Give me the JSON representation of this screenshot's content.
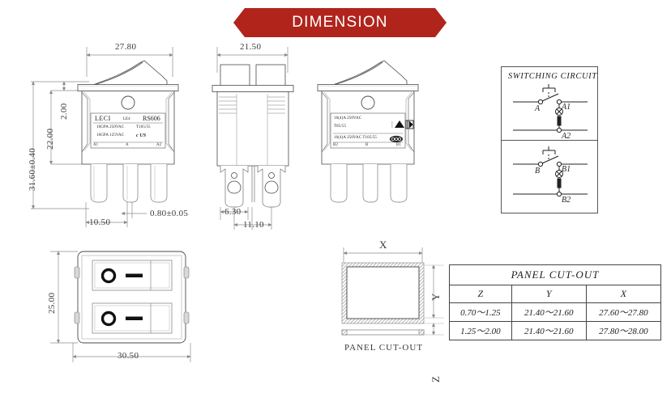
{
  "banner": {
    "title": "DIMENSION",
    "color": "#b0241c"
  },
  "views": {
    "front": {
      "name": "front-view",
      "dimensions": {
        "width": "27.80",
        "height_total": "31.60±0.40",
        "height_body": "22.00",
        "flange_thickness": "2.00",
        "terminal_spacing": "10.50",
        "terminal_thickness": "0.80±0.05"
      },
      "label_plate": {
        "brand": "LECI",
        "code": "LE4",
        "model": "RS606",
        "rating_line1": "16GPA  250VAC",
        "rating_line2": "16GPA  125VAC",
        "temp": "T105/55",
        "cert": "c US"
      },
      "terminals": [
        "A1",
        "A",
        "A2"
      ]
    },
    "side": {
      "name": "side-view",
      "dimensions": {
        "width": "21.50",
        "terminal_width": "6.30",
        "terminal_span": "11.10"
      }
    },
    "front_alt": {
      "name": "front-view-alt",
      "label_plate": {
        "rating_line1": "16(4)A  250VAC",
        "rating_line2": "T85/55",
        "rating_line3": "16(4)A   250VAC  T105/55"
      },
      "terminals": [
        "B2",
        "B",
        "B1"
      ]
    },
    "top": {
      "name": "top-view",
      "dimensions": {
        "height": "25.00",
        "width": "30.50"
      },
      "rocker_marks": [
        "O",
        "—"
      ]
    },
    "cutout": {
      "name": "panel-cutout-view",
      "caption": "PANEL  CUT-OUT",
      "axis_labels": {
        "x": "X",
        "y": "Y",
        "z": "Z"
      }
    }
  },
  "switching_circuit": {
    "title": "SWITCHING CIRCUIT",
    "circuits": [
      {
        "common": "A",
        "no": "A1",
        "lamp": "A2"
      },
      {
        "common": "B",
        "no": "B1",
        "lamp": "B2"
      }
    ]
  },
  "panel_cutout_table": {
    "title": "PANEL  CUT-OUT",
    "columns": [
      "Z",
      "Y",
      "X"
    ],
    "rows": [
      [
        "0.70～1.25",
        "21.40～21.60",
        "27.60～27.80"
      ],
      [
        "1.25～2.00",
        "21.40～21.60",
        "27.80～28.00"
      ]
    ]
  }
}
